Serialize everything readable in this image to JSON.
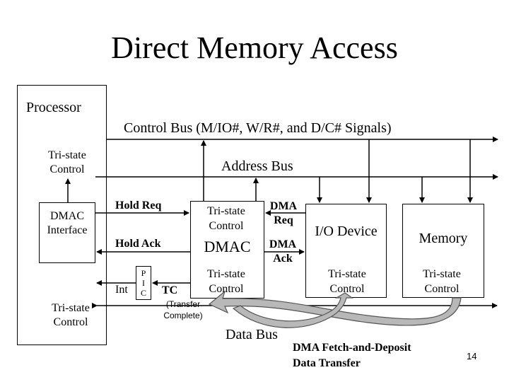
{
  "slide": {
    "title": "Direct Memory Access",
    "page_number": "14"
  },
  "processor": {
    "label": "Processor",
    "tristate_top": "Tri-state Control",
    "dmac_interface": "DMAC Interface",
    "tristate_bottom": "Tri-state Control"
  },
  "buses": {
    "control_bus": "Control Bus (M/IO#, W/R#, and D/C# Signals)",
    "address_bus": "Address Bus",
    "data_bus": "Data Bus"
  },
  "signals": {
    "hold_req": "Hold Req",
    "hold_ack": "Hold Ack",
    "int": "Int",
    "pic_letters": [
      "P",
      "I",
      "C"
    ],
    "tc": "TC",
    "transfer_complete": "(Transfer Complete)",
    "dma_req": "DMA Req",
    "dma_ack": "DMA Ack"
  },
  "dmac": {
    "tristate_top": "Tri-state Control",
    "label": "DMAC",
    "tristate_bottom": "Tri-state Control"
  },
  "io_device": {
    "label": "I/O Device",
    "tristate": "Tri-state Control"
  },
  "memory": {
    "label": "Memory",
    "tristate": "Tri-state Control"
  },
  "caption": "DMA Fetch-and-Deposit Data Transfer",
  "colors": {
    "line": "#000000",
    "arrow_fill": "#b8b8b8",
    "arrow_stroke": "#555555"
  }
}
